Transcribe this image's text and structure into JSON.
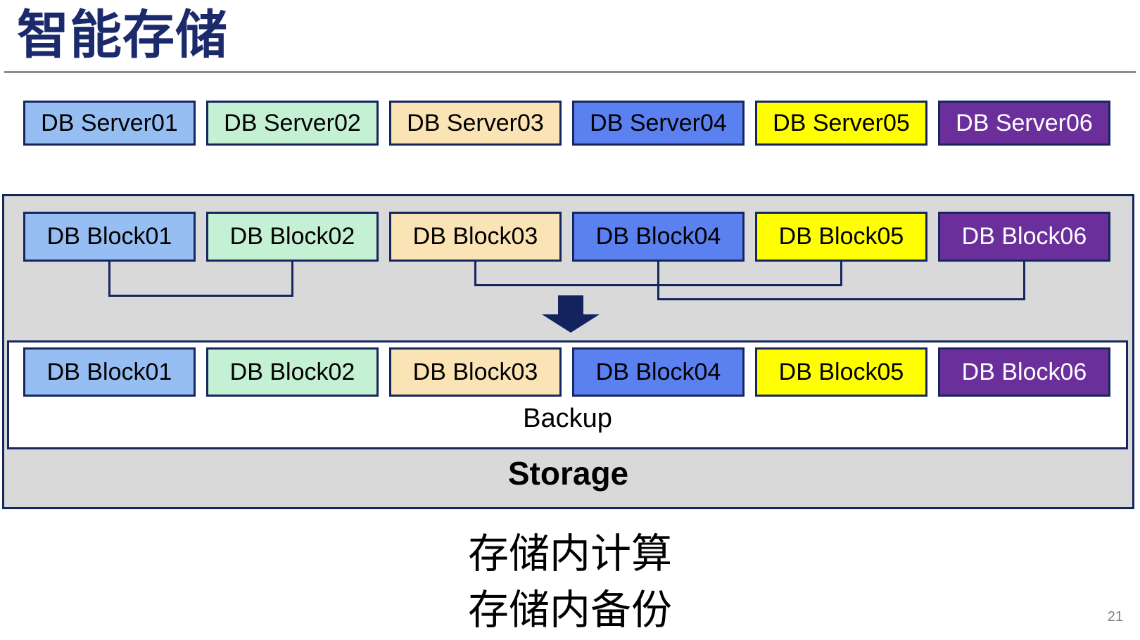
{
  "title": "智能存储",
  "page_number": "21",
  "servers": [
    {
      "label": "DB Server01",
      "fill": "#97BEF2",
      "text_color": "#000000"
    },
    {
      "label": "DB Server02",
      "fill": "#C4F0D4",
      "text_color": "#000000"
    },
    {
      "label": "DB Server03",
      "fill": "#FAE3B4",
      "text_color": "#000000"
    },
    {
      "label": "DB Server04",
      "fill": "#5B81F0",
      "text_color": "#000000"
    },
    {
      "label": "DB Server05",
      "fill": "#FFFF00",
      "text_color": "#000000"
    },
    {
      "label": "DB Server06",
      "fill": "#6B2F9C",
      "text_color": "#FFFFFF"
    }
  ],
  "blocks_top": [
    {
      "label": "DB Block01",
      "fill": "#97BEF2",
      "text_color": "#000000"
    },
    {
      "label": "DB Block02",
      "fill": "#C4F0D4",
      "text_color": "#000000"
    },
    {
      "label": "DB Block03",
      "fill": "#FAE3B4",
      "text_color": "#000000"
    },
    {
      "label": "DB Block04",
      "fill": "#5B81F0",
      "text_color": "#000000"
    },
    {
      "label": "DB Block05",
      "fill": "#FFFF00",
      "text_color": "#000000"
    },
    {
      "label": "DB Block06",
      "fill": "#6B2F9C",
      "text_color": "#FFFFFF"
    }
  ],
  "blocks_bottom": [
    {
      "label": "DB Block01",
      "fill": "#97BEF2",
      "text_color": "#000000"
    },
    {
      "label": "DB Block02",
      "fill": "#C4F0D4",
      "text_color": "#000000"
    },
    {
      "label": "DB Block03",
      "fill": "#FAE3B4",
      "text_color": "#000000"
    },
    {
      "label": "DB Block04",
      "fill": "#5B81F0",
      "text_color": "#000000"
    },
    {
      "label": "DB Block05",
      "fill": "#FFFF00",
      "text_color": "#000000"
    },
    {
      "label": "DB Block06",
      "fill": "#6B2F9C",
      "text_color": "#FFFFFF"
    }
  ],
  "storage_box": {
    "backup_label": "Backup",
    "storage_label": "Storage"
  },
  "caption": {
    "line1": "存储内计算",
    "line2": "存储内备份"
  },
  "icons": {
    "down_arrow": "down-block-arrow"
  },
  "colors": {
    "title_navy": "#1B2A6B",
    "border_navy": "#16265F",
    "arrow_navy": "#12235E",
    "container_gray": "#D9D9D9",
    "rule_gray": "#8C8C8C",
    "page_number_gray": "#7F7F7F"
  }
}
